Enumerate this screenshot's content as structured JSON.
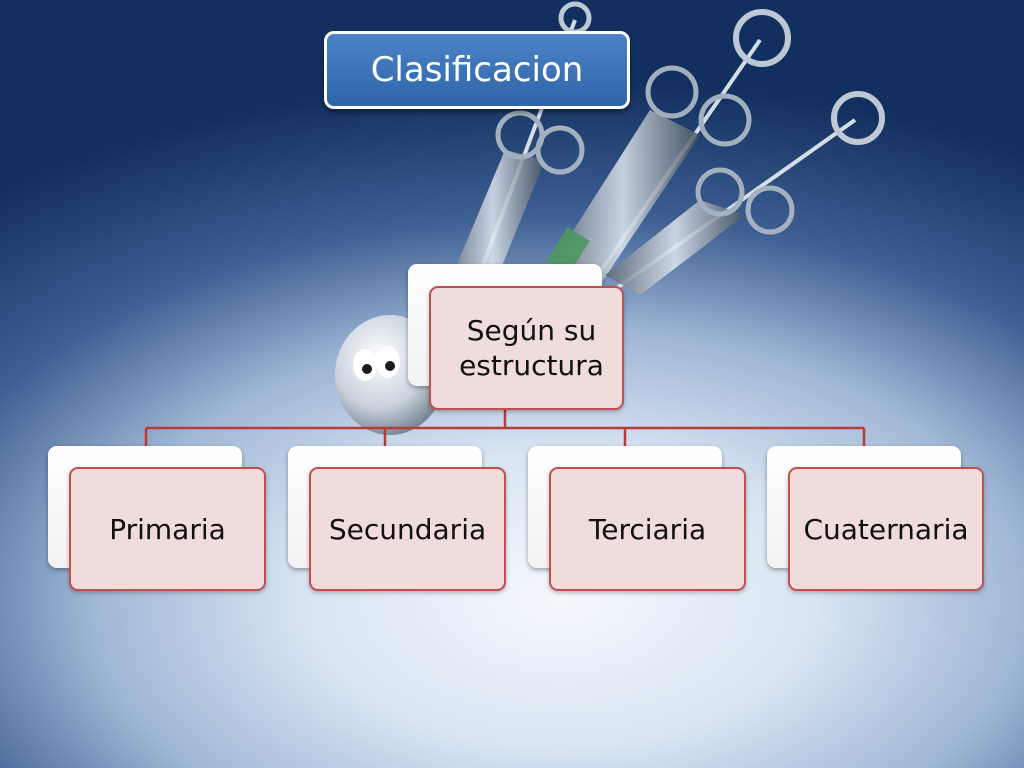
{
  "diagram": {
    "title": "Clasificacion",
    "root": {
      "label": "Según su estructura"
    },
    "children": [
      {
        "label": "Primaria"
      },
      {
        "label": "Secundaria"
      },
      {
        "label": "Terciaria"
      },
      {
        "label": "Cuaternaria"
      }
    ],
    "colors": {
      "title_fill": "#3a72b8",
      "title_border": "#ffffff",
      "node_fill": "#f1dcdc",
      "node_border": "#c0504d",
      "connector": "#b83a3a"
    }
  }
}
